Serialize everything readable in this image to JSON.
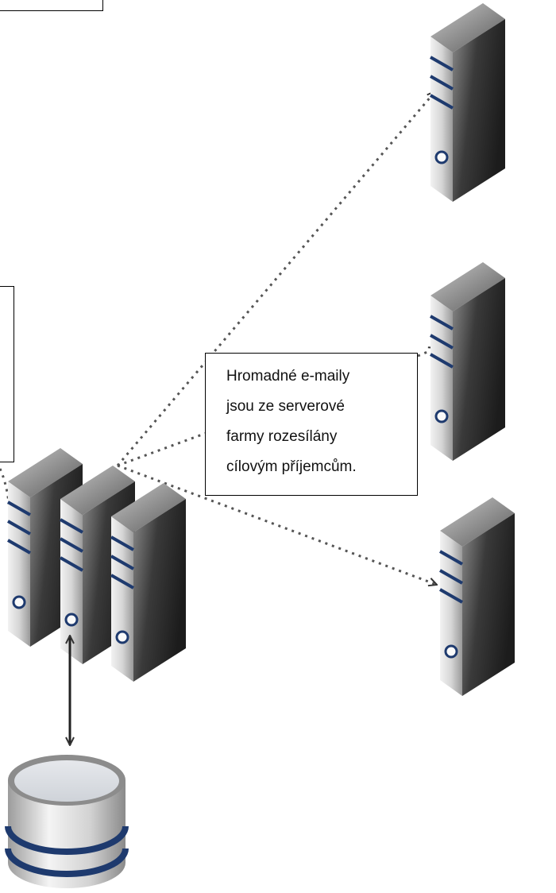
{
  "callout": {
    "lines": [
      "Hromadné e-maily",
      "jsou ze serverové",
      "farmy rozesílány",
      "cílovým příjemcům."
    ]
  },
  "colors": {
    "stripe": "#1e3a6e",
    "connector": "#555555",
    "arrow": "#222222",
    "server_light": "#e4e4e4",
    "server_dark": "#3a3a3a"
  },
  "icons": {
    "server_farm": "server-farm-icon",
    "recipient_server": "server-icon",
    "database": "database-icon"
  }
}
